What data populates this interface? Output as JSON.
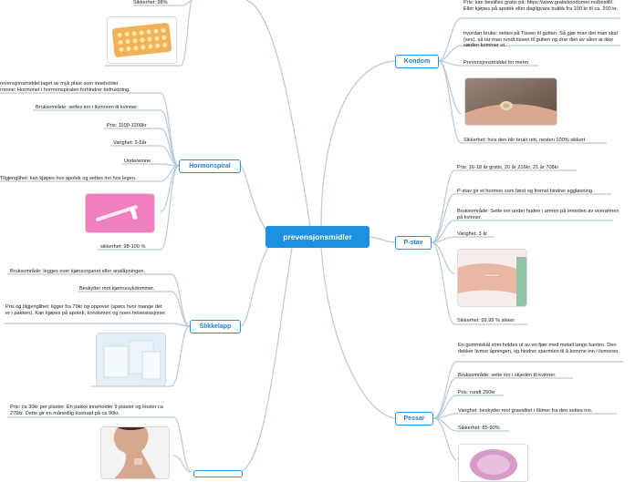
{
  "root": {
    "label": "prevensjonsmidler"
  },
  "branches": {
    "kondom": {
      "label": "Kondom",
      "items": [
        "Pris: kan bestilles gratis på: https://www.gratiskondomer.no/bestill/. Eller kjøpes på apotek eller dagligvare butikk fra 100 kr til ca. 200 kr.",
        "hvordan bruke: settes på Tissen til gutten. Så gjør man det man skal (sex). så tar man rundt tissen til gutten og drar den av sånn at ikke sæden kommer ut.",
        "Prevensjonsmiddel for menn",
        "Sikkerhet: hvis den blir brukt rett, nesten 100% sikkert"
      ]
    },
    "pstav": {
      "label": "P-stav",
      "items": [
        "Pris: 16-18 år gratis, 20 år 216kr, 21 år 708kr",
        "P-stav gir et hormon som først og fremst hindrer eggløsning.",
        "Bruksområde: Sette inn under huden i armen på innsiden av overarmen på kvinner.",
        "Varighet: 3 år",
        "Sikkerhet: 99.99 % sikker"
      ]
    },
    "pessar": {
      "label": "Pessar",
      "items": [
        "En gummiskål som holdes ut av en fjær med metall langs kanten. Den dekker livmor åpningen, og hindrer spermien til å komme inn i livmoren.",
        "Bruksområde: sette inn i skjeden til kvinner.",
        "Pris: rundt 250kr",
        "Varighet: beskytter mot graviditet i 6timer fra den settes inn.",
        "Sikkerhet: 85-90%"
      ]
    },
    "hormonspiral": {
      "label": "Hormonspiral",
      "items": [
        "revensjonsmiddel laget av myk plast som inneholder",
        "rmone: Hormonet i hormonspiralen forhindrer befruktning.",
        "Bruksområde: settes inn i livmoren til kvinner.",
        "Pris: 1100-1200kr",
        "Varighet: 3-5år",
        "Underemne",
        "Tilgjenglihet: kan kjøpes hos apotek og settes inn hos legen.",
        "sikkerhet: 98-100 %"
      ]
    },
    "slikkelapp": {
      "label": "Slikkelapp",
      "items": [
        "Bruksområde: legges over kjønsorganet eller analåpningen.",
        "Beskytter mot kjønnssykdommer.",
        "Pris og tilgjenglihet: ligger fra 79kr og oppover (spørs hvor mange det er i pakken). Kan kjøpes på apotek, kondomeri og noen helsestasjoner."
      ]
    },
    "plaster": {
      "items": [
        "Pris: ca 30kr per plaster. En pakke inneholder 9 plaster og koster ca 270kr. Dette gir en månedlig kostnad på ca 90kr."
      ]
    },
    "top": {
      "items": [
        "Sikkerhet: 98%"
      ]
    }
  },
  "colors": {
    "root": "#1e90e0",
    "branch_border": "#2a8de0",
    "branch_text": "#1f7fd6",
    "line": "#b9c9d6"
  },
  "icons": [
    "pill-blister-image",
    "condom-hand-image",
    "implant-arm-image",
    "diaphragm-image",
    "hormonal-iud-image",
    "dental-dam-image",
    "patch-woman-image"
  ]
}
